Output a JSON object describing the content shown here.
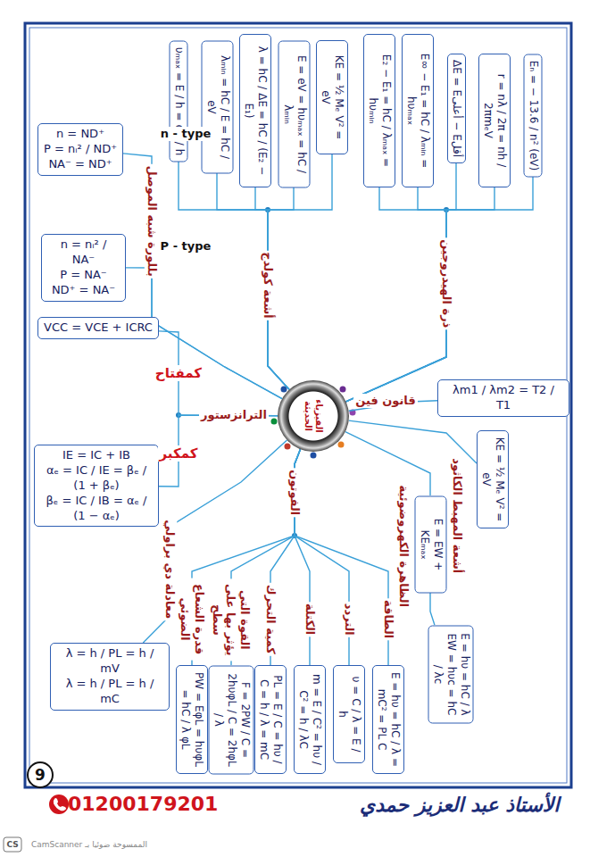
{
  "diagram": {
    "nodes": [
      {
        "text": [
          "الفيزياء الحديثة"
        ]
      },
      {
        "text": [
          "E₂ − E₁ = hC / λₘₐₓ = hυₘᵢₙ"
        ]
      },
      {
        "text": [
          "E∞ − E₁ = hC / λₘᵢₙ = hυₘₐₓ"
        ]
      },
      {
        "text": [
          "ΔE = Eأعلى − Eأقل"
        ]
      },
      {
        "text": [
          "r = nλ / 2π = nh / 2πmₑV"
        ]
      },
      {
        "text": [
          "Eₙ = − 13.6 / n² (eV)"
        ]
      },
      {
        "text": [
          "υₘₐₓ = E / h = eV / h"
        ]
      },
      {
        "text": [
          "λₘᵢₙ = hC / E = hC / eV"
        ]
      },
      {
        "text": [
          "λ = hC / ΔE = hC / (E₂ − E₁)"
        ]
      },
      {
        "text": [
          "E = eV = hυₘₐₓ = hC / λₘᵢₙ"
        ]
      },
      {
        "text": [
          "KE = ½ Mₑ V² = eV"
        ]
      },
      {
        "text": [
          "n = ND⁺",
          "P = nᵢ² / ND⁺",
          "NA⁻ = ND⁺"
        ]
      },
      {
        "text": [
          "n = nᵢ² / NA⁻",
          "P = NA⁻",
          "ND⁺ = NA⁻"
        ]
      },
      {
        "text": [
          "VCC = VCE + ICRC"
        ]
      },
      {
        "text": [
          "IE = IC + IB",
          "αₑ = IC / IE = βₑ / (1 + βₑ)",
          "βₑ = IC / IB = αₑ / (1 − αₑ)"
        ]
      },
      {
        "text": [
          "λ = h / PL = h / mV",
          "λ = h / PL = h / mC"
        ]
      },
      {
        "text": [
          "PW = EφL = hυφL = hC / λ φL"
        ]
      },
      {
        "text": [
          "F = 2PW / C = 2hυφL / C = 2hφL / λ"
        ]
      },
      {
        "text": [
          "PL = E / C = hυ / C = h / λ = mC"
        ]
      },
      {
        "text": [
          "m = E / C² = hυ / C² = h / λC"
        ]
      },
      {
        "text": [
          "υ = C / λ = E / h"
        ]
      },
      {
        "text": [
          "E = hυ = hC / λ = mC² = PL C"
        ]
      },
      {
        "text": [
          "E = EW + KEₘₐₓ"
        ]
      },
      {
        "text": [
          "E = hυ = hC / λ",
          "EW = hυc = hC / λc"
        ]
      },
      {
        "text": [
          "KE = ½ Mₑ V² = eV"
        ]
      },
      {
        "text": [
          "λm1 / λm2 = T2 / T1"
        ]
      }
    ],
    "edges": [
      {
        "from": 0,
        "to": 1,
        "arrow": "none"
      },
      {
        "from": 0,
        "to": 2,
        "arrow": "none"
      },
      {
        "from": 0,
        "to": 3,
        "arrow": "none"
      },
      {
        "from": 0,
        "to": 4,
        "arrow": "none"
      },
      {
        "from": 0,
        "to": 5,
        "arrow": "none"
      },
      {
        "from": 0,
        "to": 6,
        "arrow": "none"
      },
      {
        "from": 0,
        "to": 7,
        "arrow": "none"
      },
      {
        "from": 0,
        "to": 8,
        "arrow": "none"
      },
      {
        "from": 0,
        "to": 9,
        "arrow": "none"
      },
      {
        "from": 0,
        "to": 10,
        "arrow": "none"
      },
      {
        "from": 0,
        "to": 11,
        "label": "n - type",
        "arrow": "none"
      },
      {
        "from": 0,
        "to": 12,
        "label": "P - type",
        "arrow": "none"
      },
      {
        "from": 0,
        "to": 13,
        "label": "كمفتاح",
        "arrow": "none"
      },
      {
        "from": 0,
        "to": 14,
        "label": "كمكبر",
        "arrow": "none"
      },
      {
        "from": 0,
        "to": 15,
        "label": "معادلة دي براولي",
        "arrow": "none"
      },
      {
        "from": 0,
        "to": 16,
        "label": "قدرة الشعاع الضوئي",
        "arrow": "none"
      },
      {
        "from": 0,
        "to": 17,
        "label": "القوة التي يؤثر بها على سطح",
        "arrow": "none"
      },
      {
        "from": 0,
        "to": 18,
        "label": "كمية التحرك",
        "arrow": "none"
      },
      {
        "from": 0,
        "to": 19,
        "label": "الكتلة",
        "arrow": "none"
      },
      {
        "from": 0,
        "to": 20,
        "label": "التردد",
        "arrow": "none"
      },
      {
        "from": 0,
        "to": 21,
        "label": "الطاقة",
        "arrow": "none"
      },
      {
        "from": 0,
        "to": 22,
        "label": "الظاهرة الكهروضوئية",
        "arrow": "none"
      },
      {
        "from": 22,
        "to": 23,
        "arrow": "none"
      },
      {
        "from": 0,
        "to": 24,
        "label": "أشعة المهبط الكاثود",
        "arrow": "none"
      },
      {
        "from": 0,
        "to": 25,
        "label": "قانون فين",
        "arrow": "none"
      }
    ],
    "labels": [
      "ذرة الهيدروجين",
      "أشعة كولدج",
      "بللورة شبه الموصل",
      "الترانزستور",
      "الفوتون",
      "9",
      "01200179201",
      "الأستاذ عبد العزيز حمدي",
      "CS",
      "الممسوحة ضوئيا بـ CamScanner"
    ]
  }
}
